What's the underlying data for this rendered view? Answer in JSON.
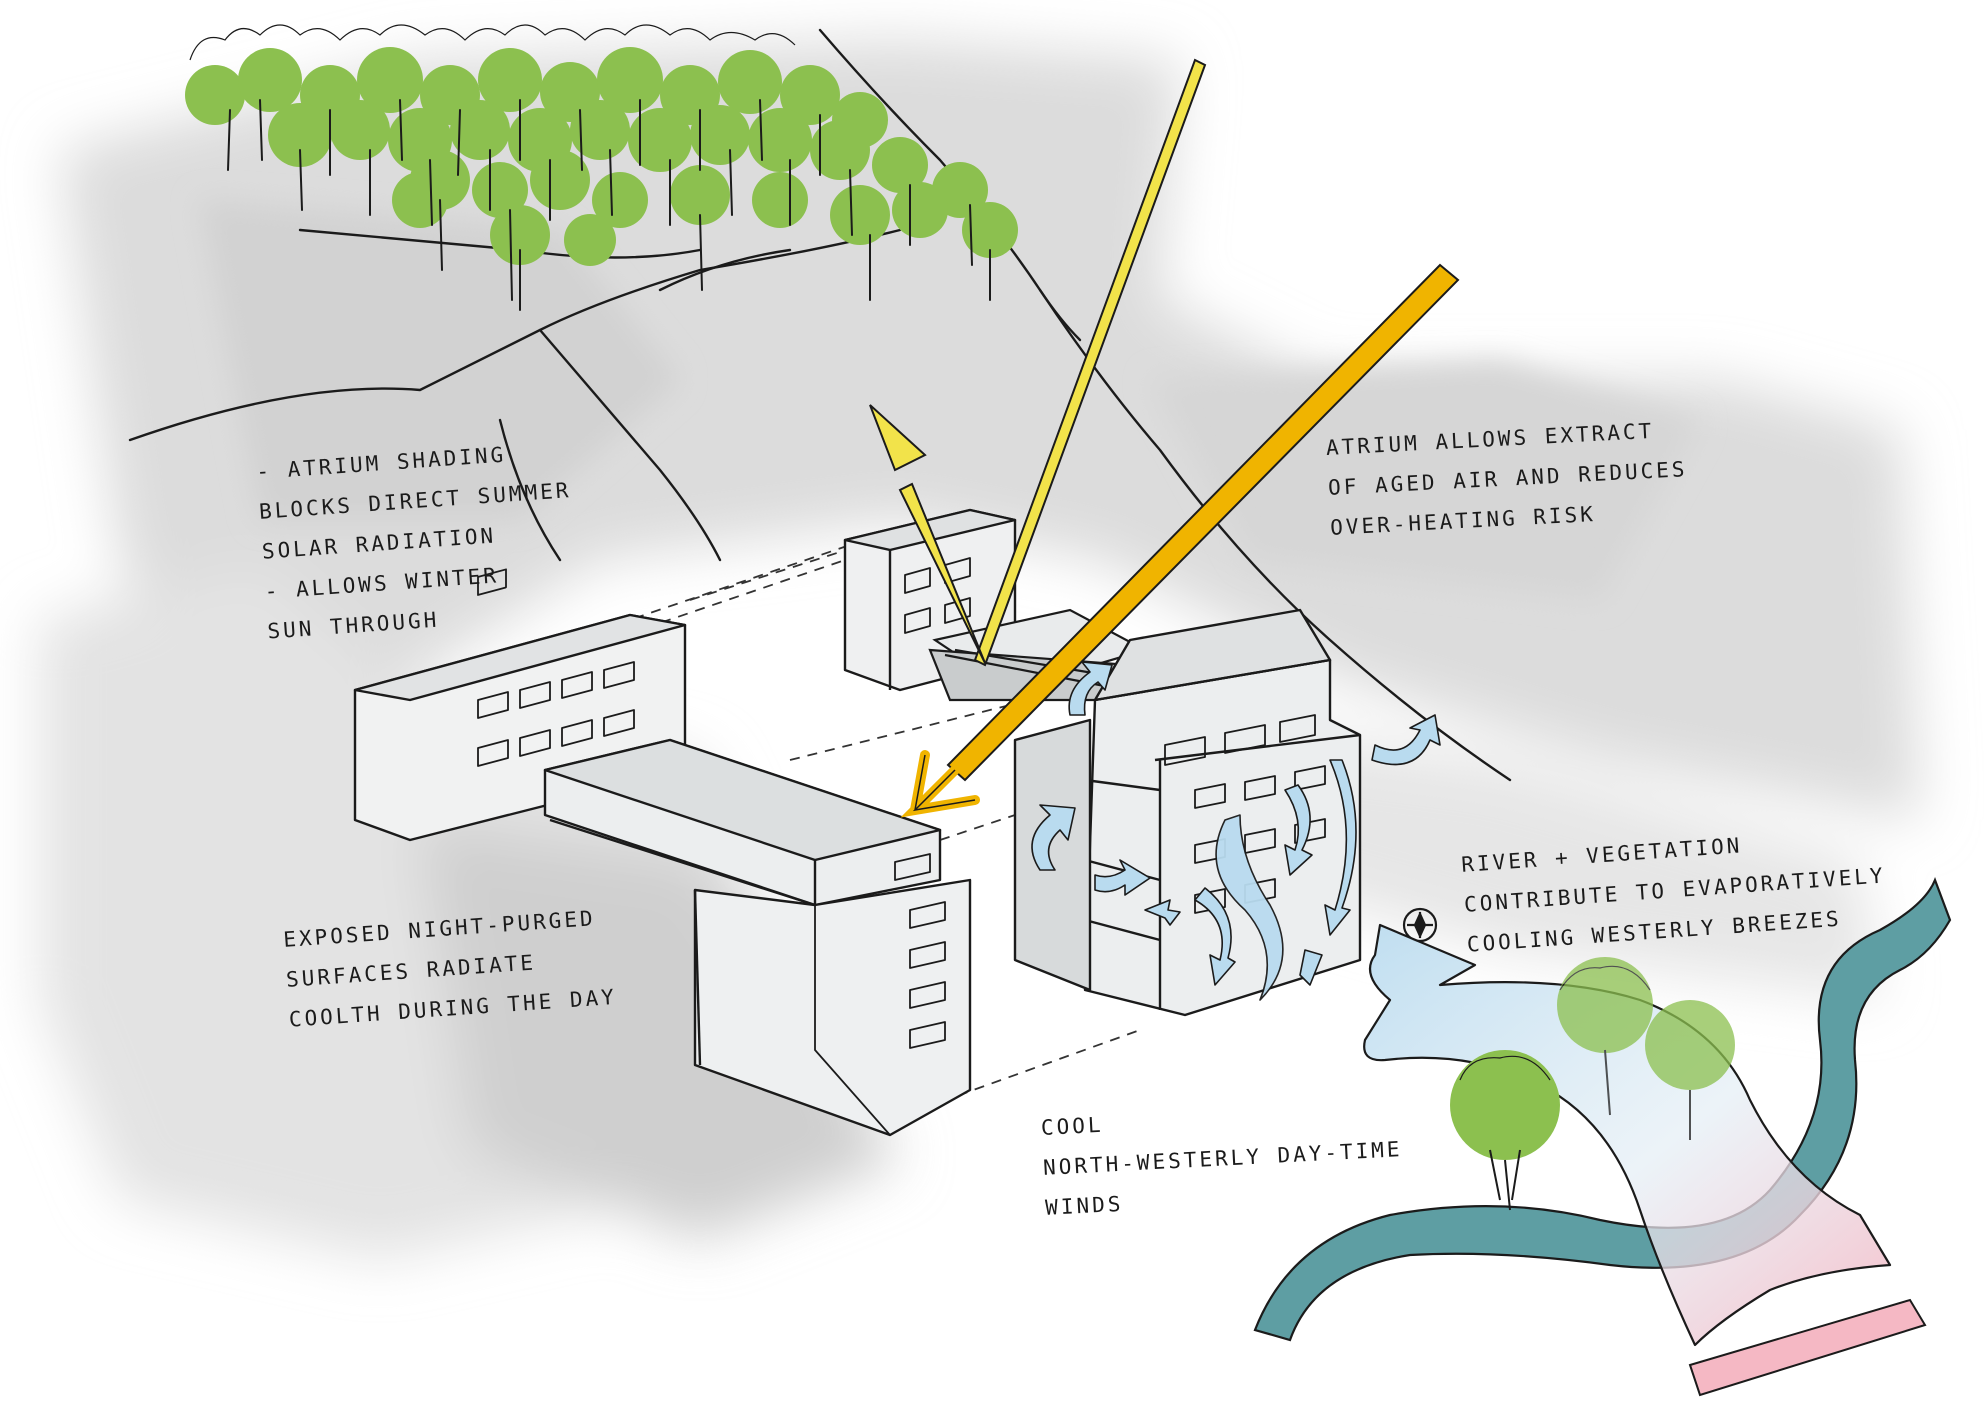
{
  "notes": {
    "atrium_shading": "- ATRIUM SHADING\nBLOCKS DIRECT SUMMER\nSOLAR RADIATION\n- ALLOWS WINTER\nSUN THROUGH",
    "atrium_extract": "ATRIUM ALLOWS EXTRACT\nOF AGED AIR AND REDUCES\nOVER-HEATING RISK",
    "exposed_surfaces": "EXPOSED NIGHT-PURGED\nSURFACES RADIATE\nCOOLTH DURING THE DAY",
    "cool_winds": "COOL\nNORTH-WESTERLY DAY-TIME\nWINDS",
    "river_vegetation": "RIVER + VEGETATION\nCONTRIBUTE TO EVAPORATIVELY\nCOOLING WESTERLY BREEZES"
  },
  "colors": {
    "hill_shade": "#dcdcdc",
    "tree_green": "#8cc04f",
    "sun_yellow": "#f2e34a",
    "sun_orange": "#f0b400",
    "air_blue": "#b9dbef",
    "river_teal": "#5e9ea3",
    "warm_pink": "#f5b8c4",
    "building_fill": "#eceeef",
    "ink": "#1b1b1b"
  },
  "icons": {
    "compass": "north-point-icon",
    "sun_ray": "sun-ray-arrow-icon",
    "airflow": "airflow-arrow-icon",
    "tree": "tree-icon"
  }
}
